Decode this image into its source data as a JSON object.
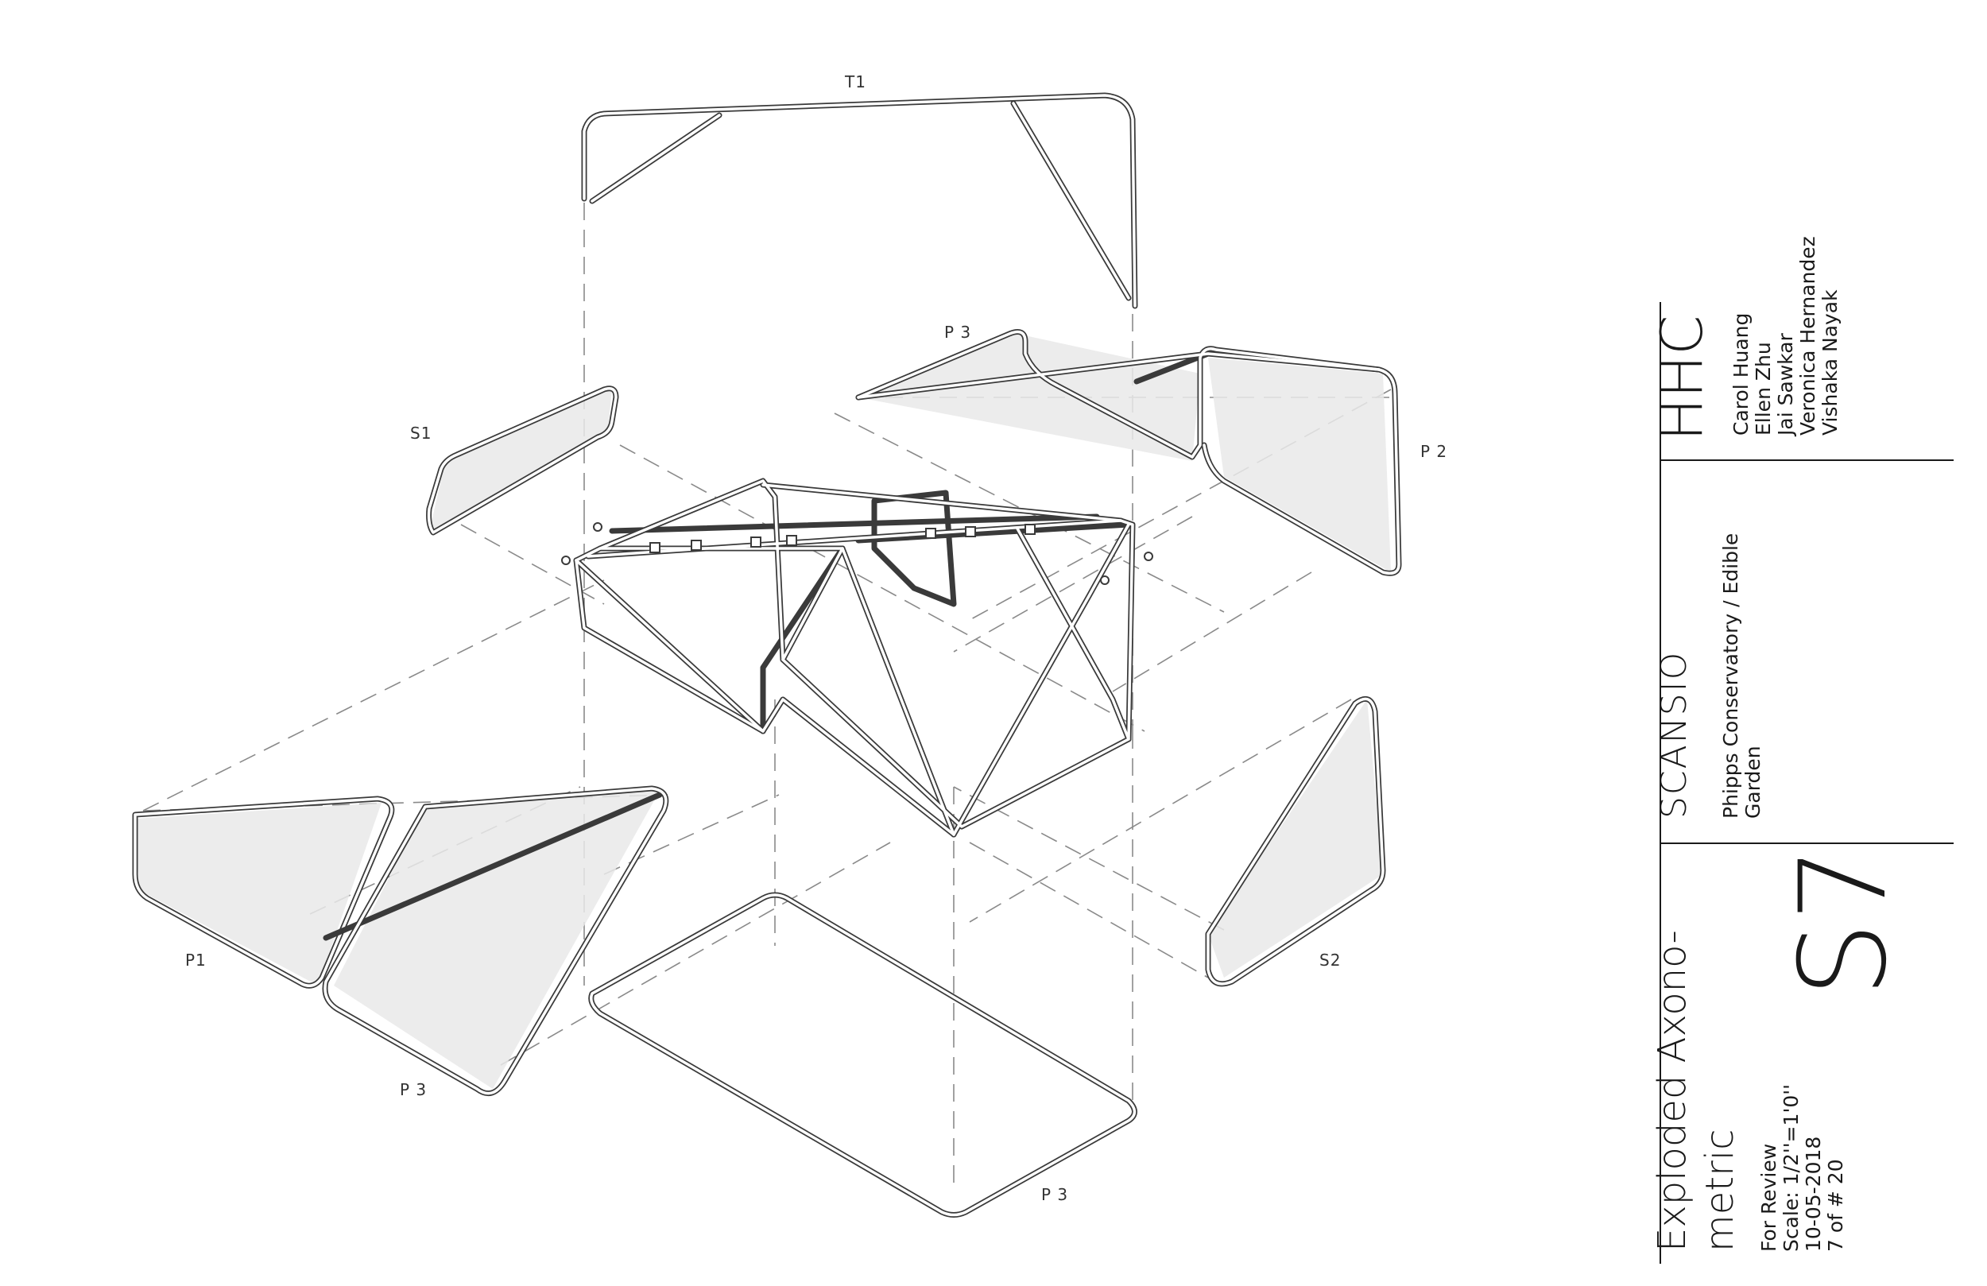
{
  "drawing": {
    "labels": {
      "t1": "T1",
      "s1": "S1",
      "s2": "S2",
      "p1": "P1",
      "p2": "P 2",
      "p3_top": "P 3",
      "p3_left": "P 3",
      "p3_bottom": "P 3"
    }
  },
  "title_block": {
    "firm": "HHC",
    "team": [
      "Carol Huang",
      "Ellen Zhu",
      "Jai Sawkar",
      "Veronica Hernandez",
      "Vishaka Nayak"
    ],
    "project": "SCANSIO",
    "client_line_1": "Phipps Conservatory / Edible",
    "client_line_2": "Garden",
    "sheet_id": "S7",
    "sheet_title_line_1": "Exploded Axono-",
    "sheet_title_line_2": "metric",
    "status": "For Review",
    "scale": "Scale: 1/2''=1'0''",
    "date": "10-05-2018",
    "sheet_count": "7 of # 20"
  }
}
